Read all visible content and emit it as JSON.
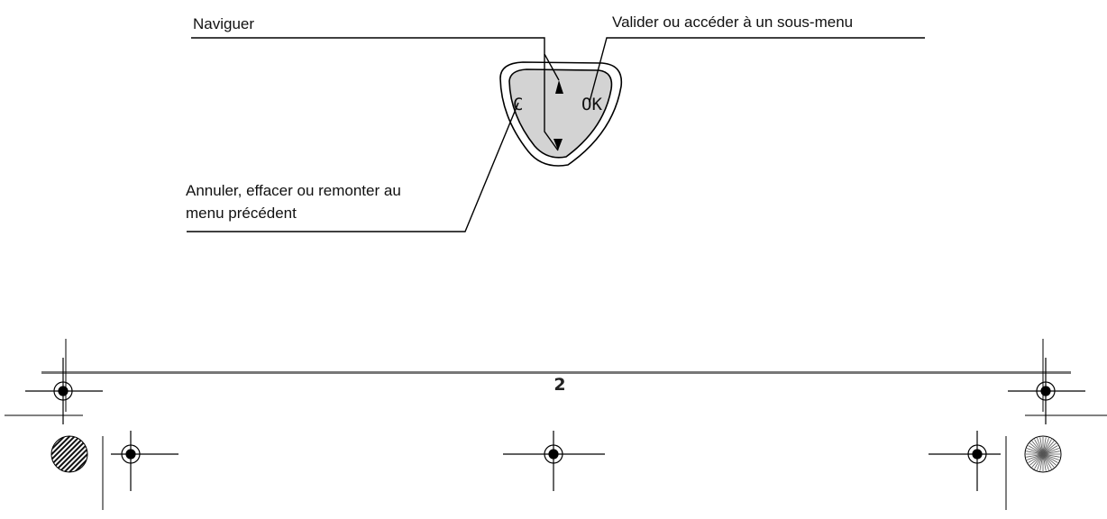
{
  "callouts": {
    "navigate": "Naviguer",
    "validate": "Valider ou accéder à un sous-menu",
    "cancel_line1": "Annuler, effacer ou remonter au",
    "cancel_line2": "menu précédent"
  },
  "keypad": {
    "c_key": "C",
    "ok_key": "OK"
  },
  "page_number": "2",
  "colors": {
    "key_fill": "#d3d3d3",
    "rule": "#777777",
    "ink": "#000000"
  }
}
